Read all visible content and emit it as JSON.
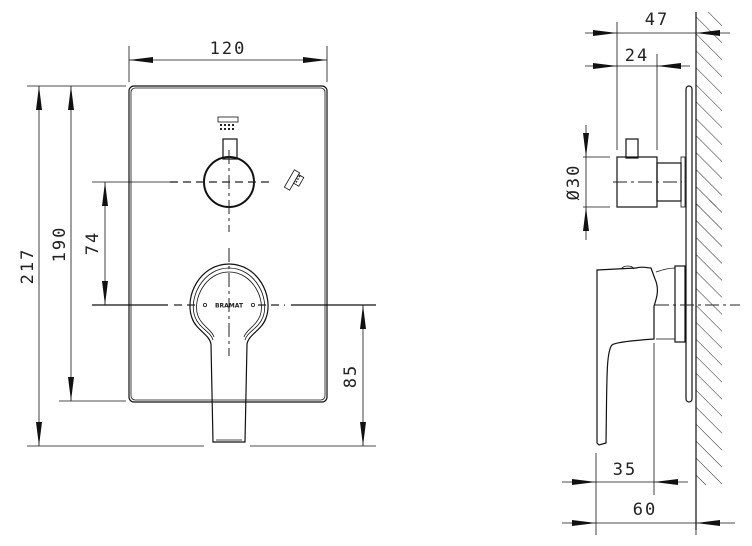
{
  "drawing": {
    "title": "Concealed shower mixer technical drawing",
    "front_view": {
      "brand_label": "BRAMAT",
      "icons": [
        "overhead-shower-icon",
        "hand-shower-icon"
      ],
      "dimensions": {
        "plate_width": "120",
        "overall_height": "217",
        "plate_height": "190",
        "diverter_to_handle_axis": "74",
        "handle_axis_to_bottom": "85"
      }
    },
    "side_view": {
      "dimensions": {
        "wall_to_diverter_front": "47",
        "diverter_depth": "24",
        "diverter_diameter": "Ø30",
        "handle_axis_projection": "35",
        "overall_projection": "60"
      }
    },
    "colors": {
      "line": "#111111",
      "background": "#ffffff"
    }
  }
}
